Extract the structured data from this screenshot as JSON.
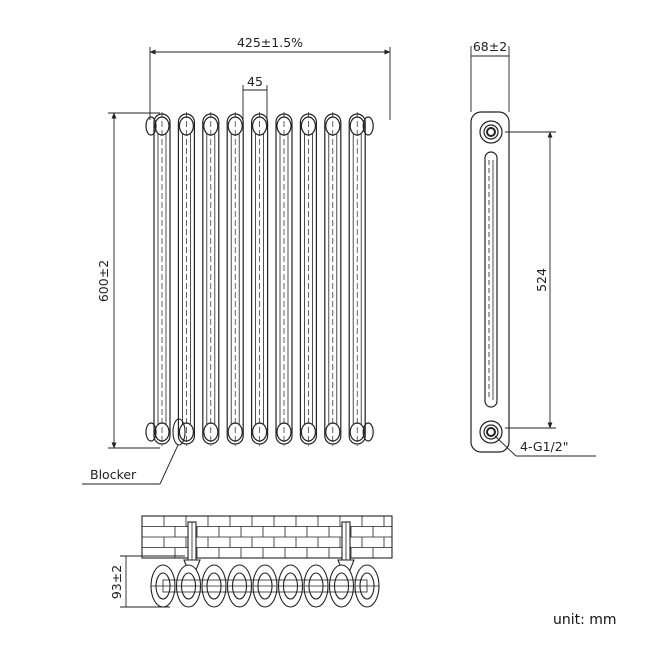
{
  "front_view": {
    "width_label": "425±1.5%",
    "pitch_label": "45",
    "height_label": "600±2",
    "blocker_label": "Blocker",
    "column_count": 9
  },
  "side_view": {
    "depth_label": "68±2",
    "centres_label": "524",
    "connection_label": "4-G1/2\""
  },
  "plan_view": {
    "wall_gap_label": "93±2"
  },
  "unit_label": "unit: mm",
  "colors": {
    "line": "#222222",
    "background": "#ffffff"
  }
}
